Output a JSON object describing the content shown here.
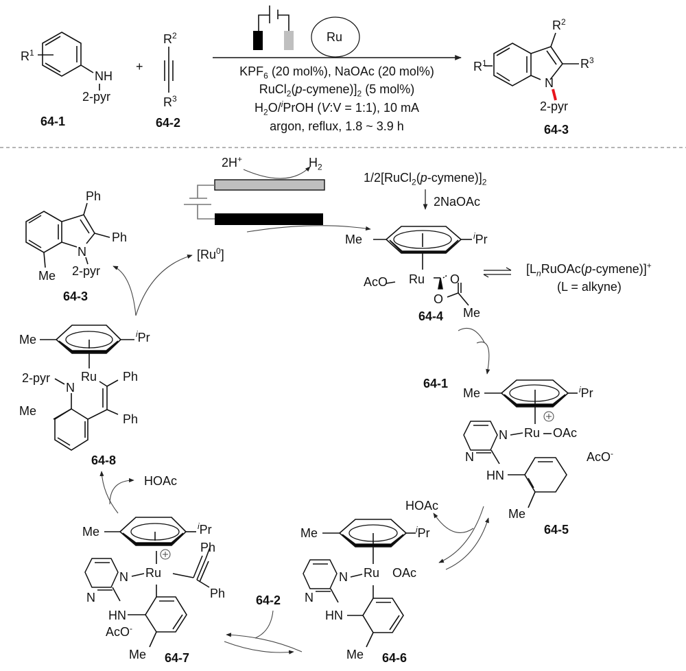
{
  "title": "Ru-catalyzed electrochemical indole synthesis scheme with proposed catalytic cycle",
  "reaction": {
    "reactant1": {
      "id": "64-1",
      "substituent": "R1",
      "nh_label": "NH",
      "directing_group": "2-pyr"
    },
    "plus": "+",
    "reactant2": {
      "id": "64-2",
      "top": "R2",
      "bottom": "R3"
    },
    "catalyst_circle": "Ru",
    "conditions": [
      "KPF6 (20 mol%), NaOAc (20 mol%)",
      "RuCl2(p-cymene)]2 (5 mol%)",
      "H2O/iPrOH (V:V = 1:1), 10 mA",
      "argon, reflux, 1.8 ~ 3.9 h"
    ],
    "product": {
      "id": "64-3",
      "r1": "R1",
      "r2": "R2",
      "r3": "R3",
      "n": "N",
      "dg": "2-pyr",
      "new_bond_color": "#e8141c"
    }
  },
  "cycle": {
    "electrode": {
      "proton": "2H+",
      "h2": "H2",
      "ru0": "[Ru0]"
    },
    "precursor": "1/2[RuCl2(p-cymene)]2",
    "base": "2NaOAc",
    "equilibrium_species": "[LnRuOAc(p-cymene)]+",
    "equilibrium_note": "(L = alkyne)",
    "intermediates": [
      {
        "id": "64-4",
        "labels": [
          "Me",
          "iPr",
          "Ru",
          "AcO",
          "O",
          "O",
          "Me"
        ]
      },
      {
        "id": "64-5",
        "labels": [
          "Me",
          "iPr",
          "Ru",
          "OAc",
          "N",
          "N",
          "HN",
          "Me",
          "AcO-"
        ]
      },
      {
        "id": "64-6",
        "labels": [
          "Me",
          "iPr",
          "Ru",
          "OAc",
          "N",
          "N",
          "HN",
          "Me"
        ]
      },
      {
        "id": "64-7",
        "labels": [
          "Me",
          "iPr",
          "Ru",
          "N",
          "N",
          "HN",
          "AcO-",
          "Me",
          "Ph",
          "Ph"
        ]
      },
      {
        "id": "64-8",
        "labels": [
          "Me",
          "iPr",
          "Ru",
          "2-pyr",
          "N",
          "Me",
          "Ph",
          "Ph"
        ]
      }
    ],
    "product_example": {
      "id": "64-3",
      "labels": [
        "Ph",
        "Ph",
        "N",
        "Me",
        "2-pyr"
      ]
    },
    "reagent_in_1": "64-1",
    "reagent_in_2": "64-2",
    "byproduct_1": "HOAc",
    "byproduct_2": "HOAc"
  },
  "colors": {
    "ink": "#111111",
    "anode_gray": "#bfbfbf",
    "cathode_black": "#000000",
    "divider": "#888888",
    "arrow": "#555555"
  }
}
